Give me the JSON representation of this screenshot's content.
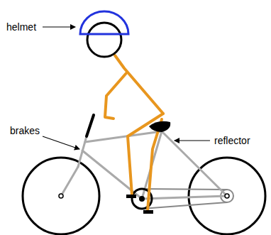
{
  "diagram": {
    "labels": [
      "helmet",
      "brakes",
      "reflector"
    ]
  }
}
